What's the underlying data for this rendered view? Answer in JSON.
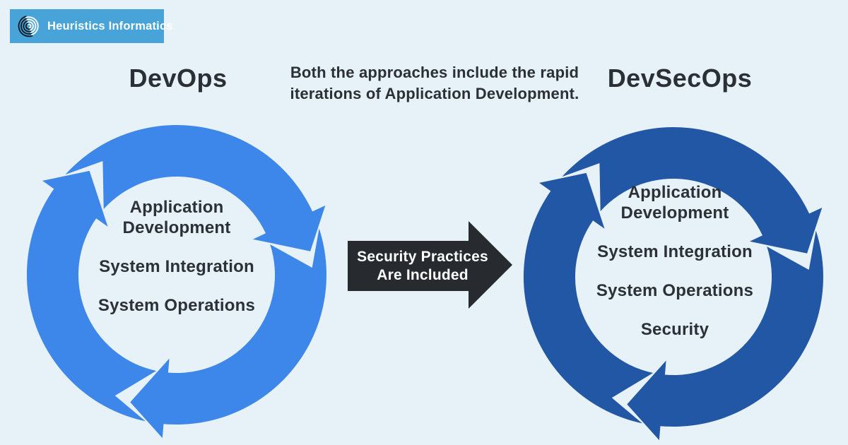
{
  "brand": {
    "name": "Heuristics Informatics",
    "logo_icon": "swirl-sphere-icon"
  },
  "note": {
    "line1": "Both the approaches include the rapid",
    "line2": "iterations of Application Development."
  },
  "left_cycle": {
    "title": "DevOps",
    "items": [
      "Application Development",
      "System Integration",
      "System Operations"
    ]
  },
  "right_cycle": {
    "title": "DevSecOps",
    "items": [
      "Application Development",
      "System Integration",
      "System Operations",
      "Security"
    ]
  },
  "arrow": {
    "line1": "Security Practices",
    "line2": "Are Included"
  },
  "colors": {
    "page-bg": "#e7f1f8",
    "banner-bg": "#48a4d8",
    "banner-text": "#ffffff",
    "devops-blue": "#3d86ea",
    "devsecops-blue": "#2257a6",
    "arrow-dark": "#272b30",
    "arrow-text": "#ffffff",
    "heading-text": "#2b3036",
    "cycle-text": "#2b3137"
  }
}
